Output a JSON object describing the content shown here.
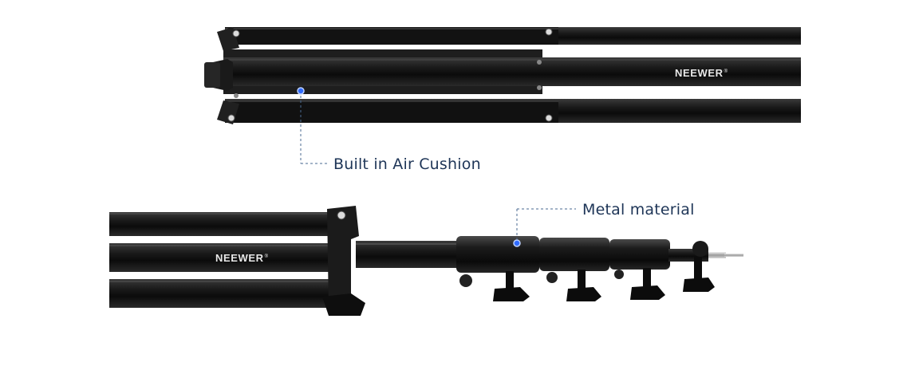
{
  "annotations": {
    "air_cushion": "Built in Air Cushion",
    "metal": "Metal material"
  },
  "brand": {
    "name": "NEEWER",
    "mark": "®"
  },
  "colors": {
    "label_text": "#1e3557",
    "leader_line": "#4a6a92",
    "marker_dot": "#2f6bff",
    "tube": "#151515",
    "background": "#ffffff"
  }
}
